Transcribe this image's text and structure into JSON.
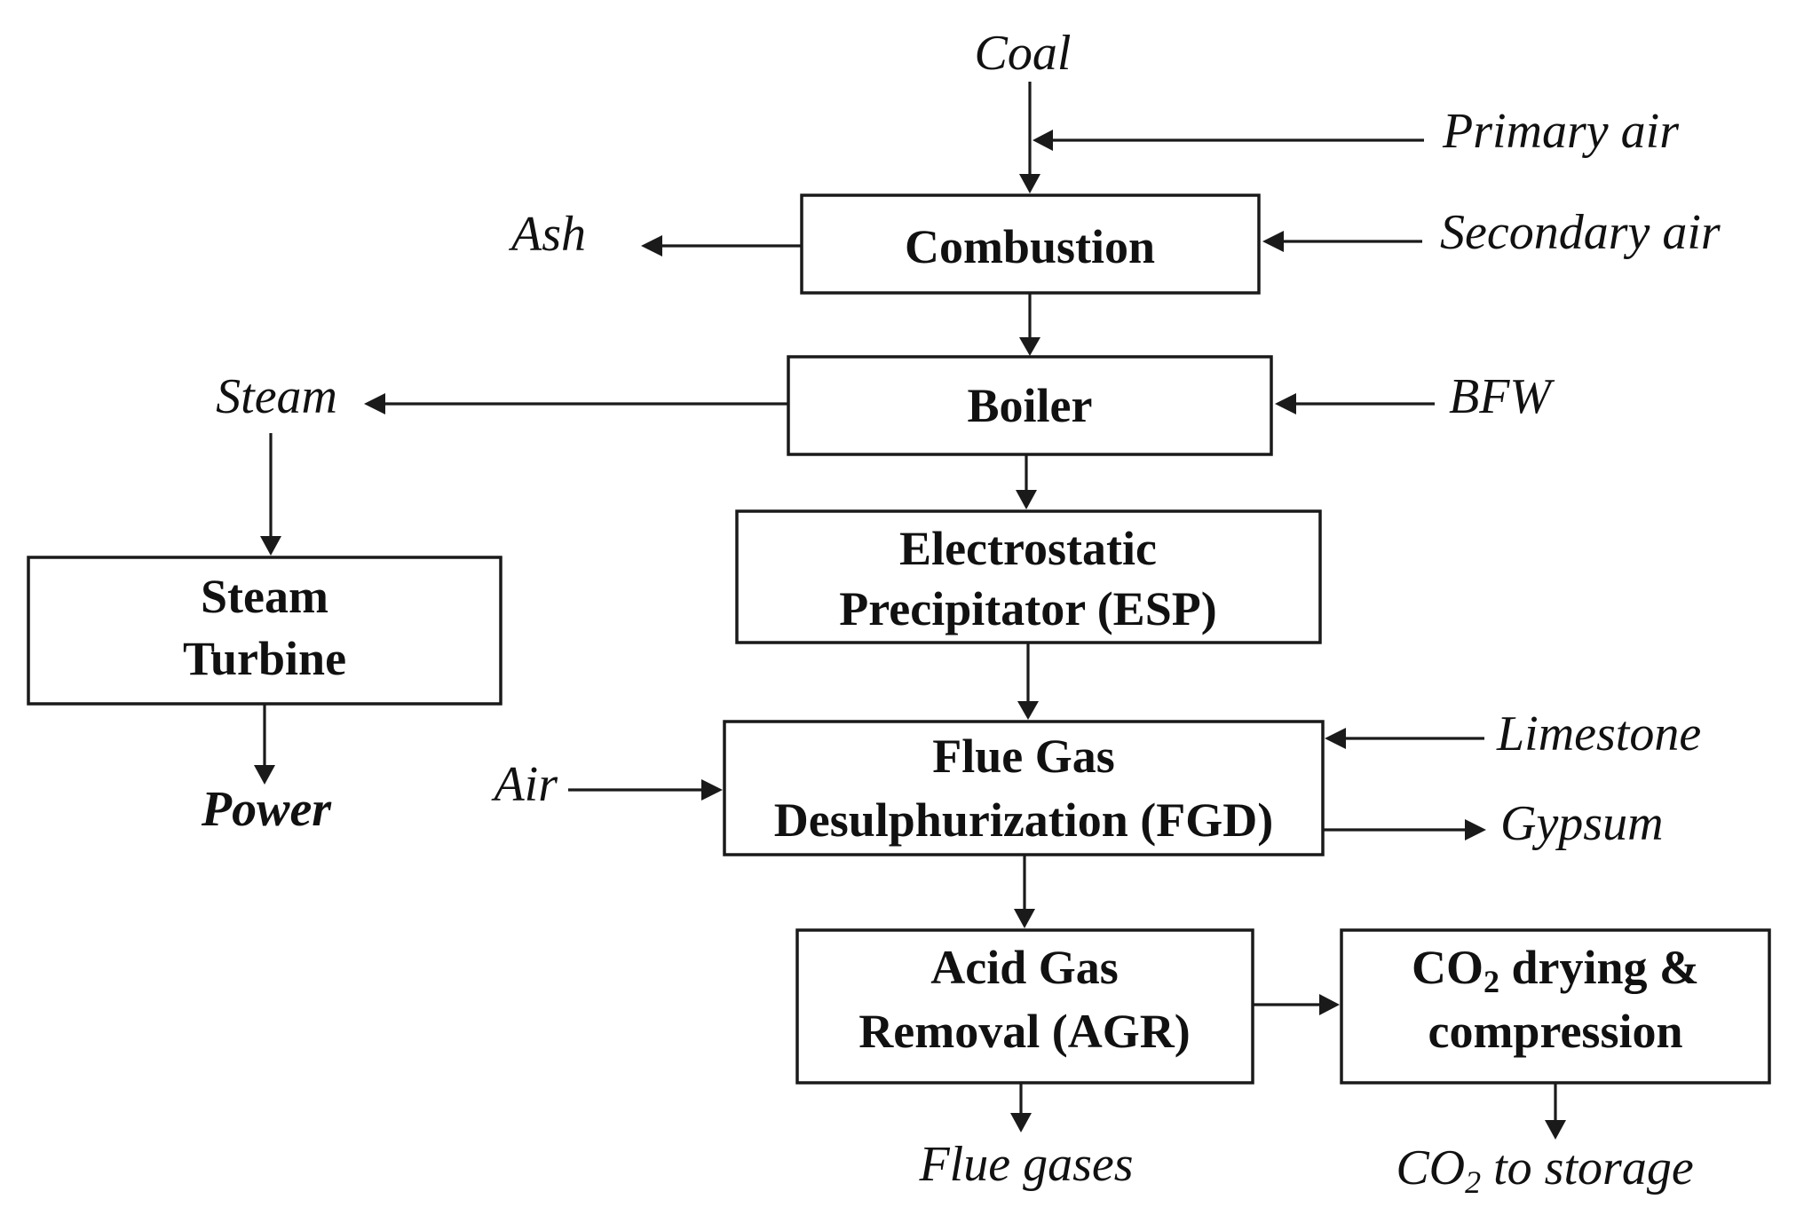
{
  "boxes": {
    "combustion": "Combustion",
    "boiler": "Boiler",
    "esp_line1": "Electrostatic",
    "esp_line2": "Precipitator (ESP)",
    "turbine_line1": "Steam",
    "turbine_line2": "Turbine",
    "fgd_line1": "Flue Gas",
    "fgd_line2": "Desulphurization  (FGD)",
    "agr_line1": "Acid Gas",
    "agr_line2": "Removal (AGR)",
    "co2_line1_pre": "CO",
    "co2_line1_sub": "2",
    "co2_line1_post": " drying  &",
    "co2_line2": "compression"
  },
  "streams": {
    "coal": "Coal",
    "primary_air": "Primary air",
    "secondary_air": "Secondary air",
    "ash": "Ash",
    "steam": "Steam",
    "bfw": "BFW",
    "power": "Power",
    "limestone": "Limestone",
    "air": "Air",
    "gypsum": "Gypsum",
    "flue_gases": "Flue gases",
    "co2_storage_pre": "CO",
    "co2_storage_sub": "2",
    "co2_storage_post": " to storage"
  }
}
